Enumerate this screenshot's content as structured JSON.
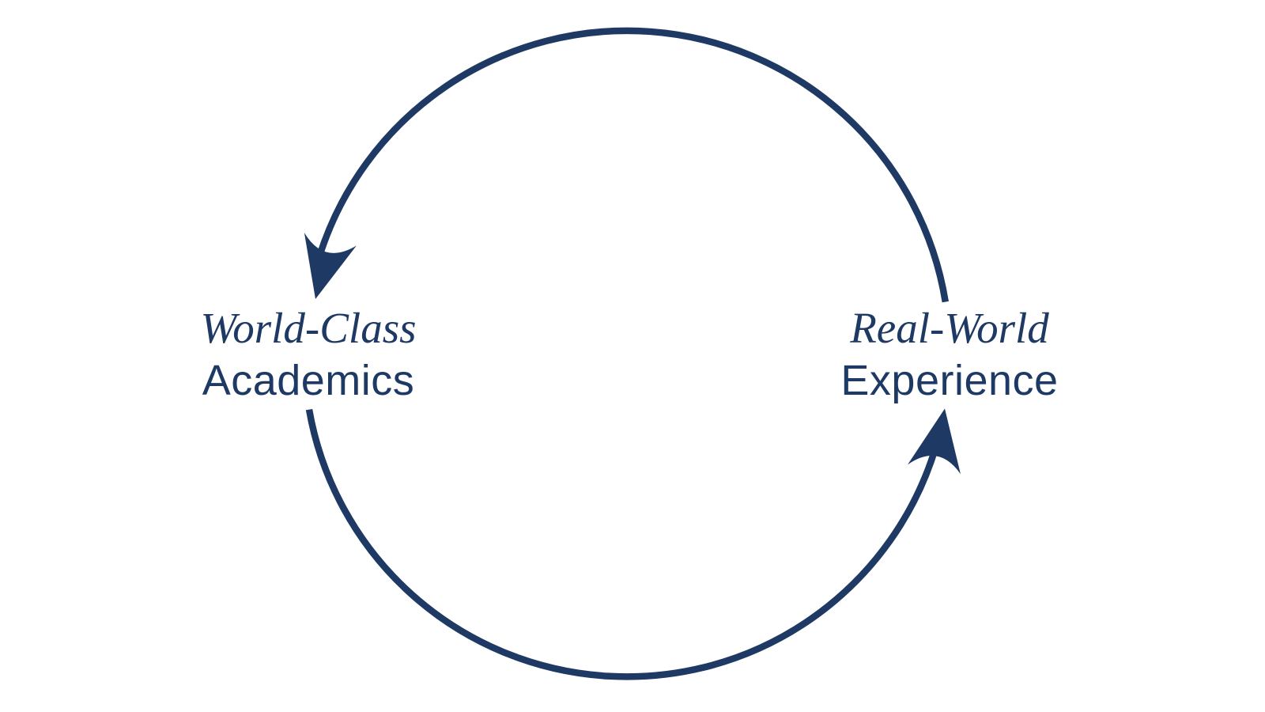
{
  "diagram": {
    "accent_color": "#1e3a64",
    "background_color": "#ffffff",
    "cycle_direction": "counterclockwise",
    "labels": {
      "left": {
        "line1": "World-Class",
        "line2": "Academics"
      },
      "right": {
        "line1": "Real-World",
        "line2": "Experience"
      }
    }
  }
}
